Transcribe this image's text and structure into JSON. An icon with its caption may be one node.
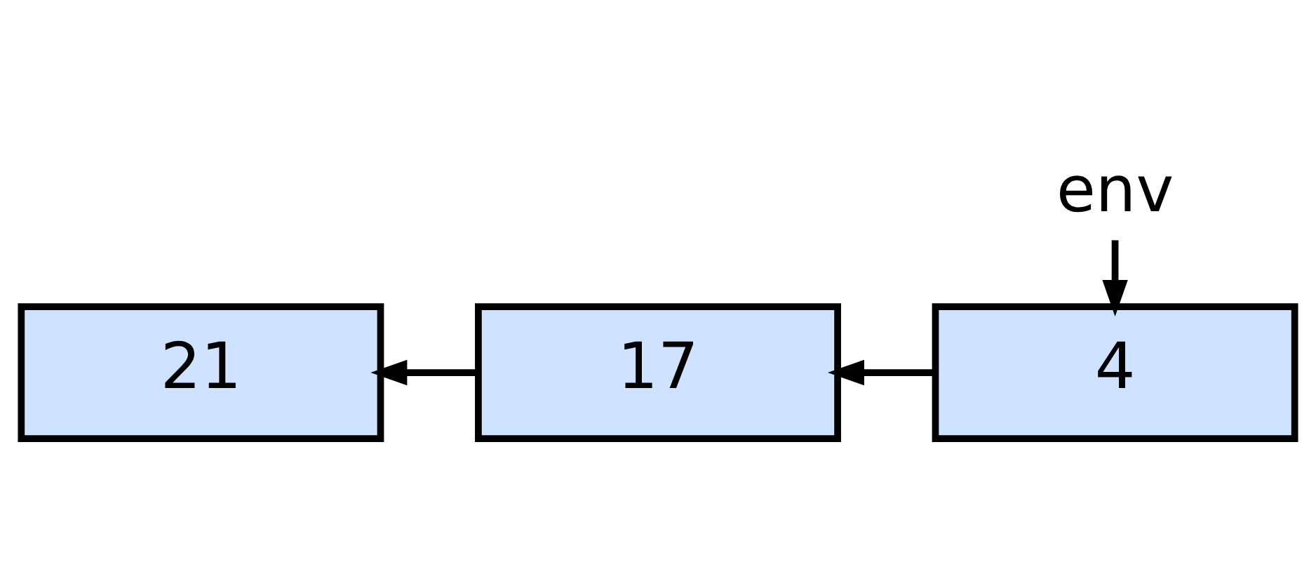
{
  "diagram": {
    "nodes": [
      {
        "text": [
          "21"
        ]
      },
      {
        "text": [
          "17"
        ]
      },
      {
        "text": [
          "4"
        ]
      },
      {
        "text": [
          "env"
        ]
      }
    ],
    "edges": [
      {
        "from": 1,
        "to": 0,
        "arrow": "to"
      },
      {
        "from": 2,
        "to": 1,
        "arrow": "to"
      },
      {
        "from": 3,
        "to": 2,
        "arrow": "to"
      }
    ]
  }
}
